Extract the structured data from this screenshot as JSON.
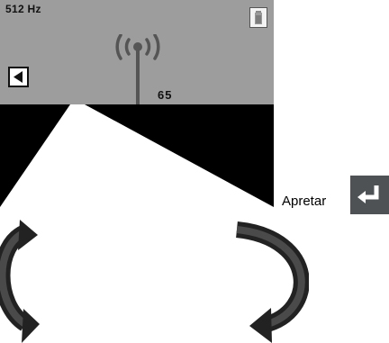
{
  "device_screen": {
    "frequency_label": "512 Hz",
    "signal_value": "65",
    "icons": {
      "battery": "battery-icon",
      "back": "left-triangle-icon",
      "signal": "broadcast-antenna-icon"
    }
  },
  "instruction": {
    "text": "Apretar",
    "key_icon": "enter-return-icon"
  },
  "arrows": {
    "left": "curved-arrow-left-icon",
    "right": "curved-arrow-right-icon"
  },
  "colors": {
    "status_panel": "#9d9d9d",
    "screen_background": "#000000",
    "key_background": "#4f5255"
  }
}
